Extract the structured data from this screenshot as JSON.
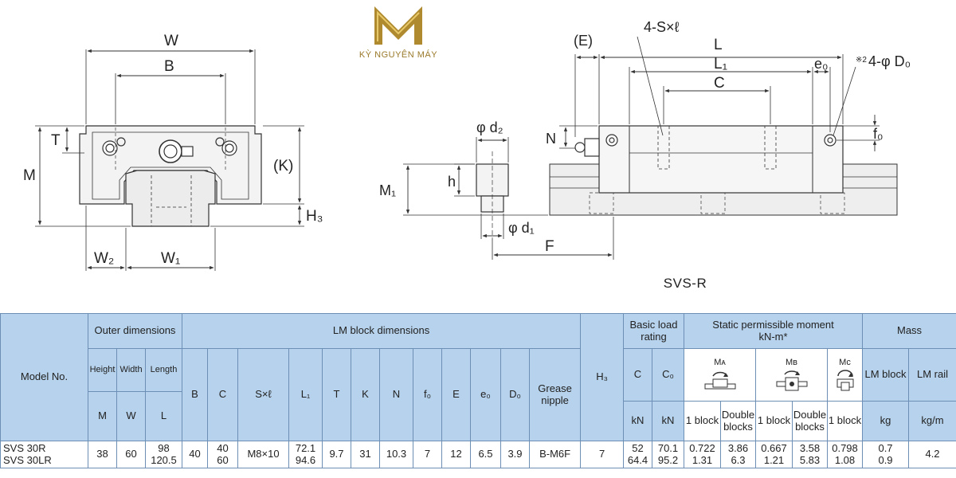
{
  "brand": {
    "name": "KỲ NGUYÊN MÁY"
  },
  "drawing": {
    "front": {
      "W": "W",
      "B": "B",
      "T": "T",
      "M": "M",
      "K": "(K)",
      "H3": "H₃",
      "W2": "W₂",
      "W1": "W₁"
    },
    "side": {
      "E": "(E)",
      "hole": "4-S×ℓ",
      "L": "L",
      "L1": "L₁",
      "e0": "e₀",
      "D0": "4-φ D₀",
      "D0_mark": "※2",
      "C": "C",
      "N": "N",
      "f0": "f₀",
      "d2": "φ d₂",
      "h": "h",
      "M1": "M₁",
      "d1": "φ d₁",
      "F": "F"
    },
    "caption": "SVS-R"
  },
  "table_left": {
    "model_header": "Model No.",
    "outer_header": "Outer dimensions",
    "block_header": "LM block dimensions",
    "subheads": {
      "height": "Height",
      "width": "Width",
      "length": "Length"
    },
    "grease_header": "Grease nipple",
    "columns": [
      "M",
      "W",
      "L",
      "B",
      "C",
      "S×ℓ",
      "L₁",
      "T",
      "K",
      "N",
      "f₀",
      "E",
      "e₀",
      "D₀",
      "",
      "H₃"
    ],
    "row": {
      "model": [
        "SVS 30R",
        "SVS 30LR"
      ],
      "M": "38",
      "W": "60",
      "L": [
        "98",
        "120.5"
      ],
      "B": "40",
      "C": [
        "40",
        "60"
      ],
      "S": "M8×10",
      "L1": [
        "72.1",
        "94.6"
      ],
      "T": "9.7",
      "K": "31",
      "N": "10.3",
      "f0": "7",
      "E": "12",
      "e0": "6.5",
      "D0": "3.9",
      "grease": "B-M6F",
      "H3": "7"
    }
  },
  "table_right": {
    "basic_load": "Basic load rating",
    "static_moment": "Static permissible moment",
    "static_unit": "kN-m*",
    "mass": "Mass",
    "C": "C",
    "C0": "C₀",
    "MA": "Mᴀ",
    "MB": "Mʙ",
    "MC": "Mᴄ",
    "lm_block": "LM block",
    "lm_rail": "LM rail",
    "units": {
      "C": "kN",
      "C0": "kN",
      "one": "1 block",
      "dbl": "Double blocks",
      "kg": "kg",
      "kgm": "kg/m"
    },
    "row": {
      "C": [
        "52",
        "64.4"
      ],
      "C0": [
        "70.1",
        "95.2"
      ],
      "MA1": [
        "0.722",
        "1.31"
      ],
      "MA2": [
        "3.86",
        "6.3"
      ],
      "MB1": [
        "0.667",
        "1.21"
      ],
      "MB2": [
        "3.58",
        "5.83"
      ],
      "MC1": [
        "0.798",
        "1.08"
      ],
      "block_mass": [
        "0.7",
        "0.9"
      ],
      "rail_mass": "4.2"
    }
  }
}
